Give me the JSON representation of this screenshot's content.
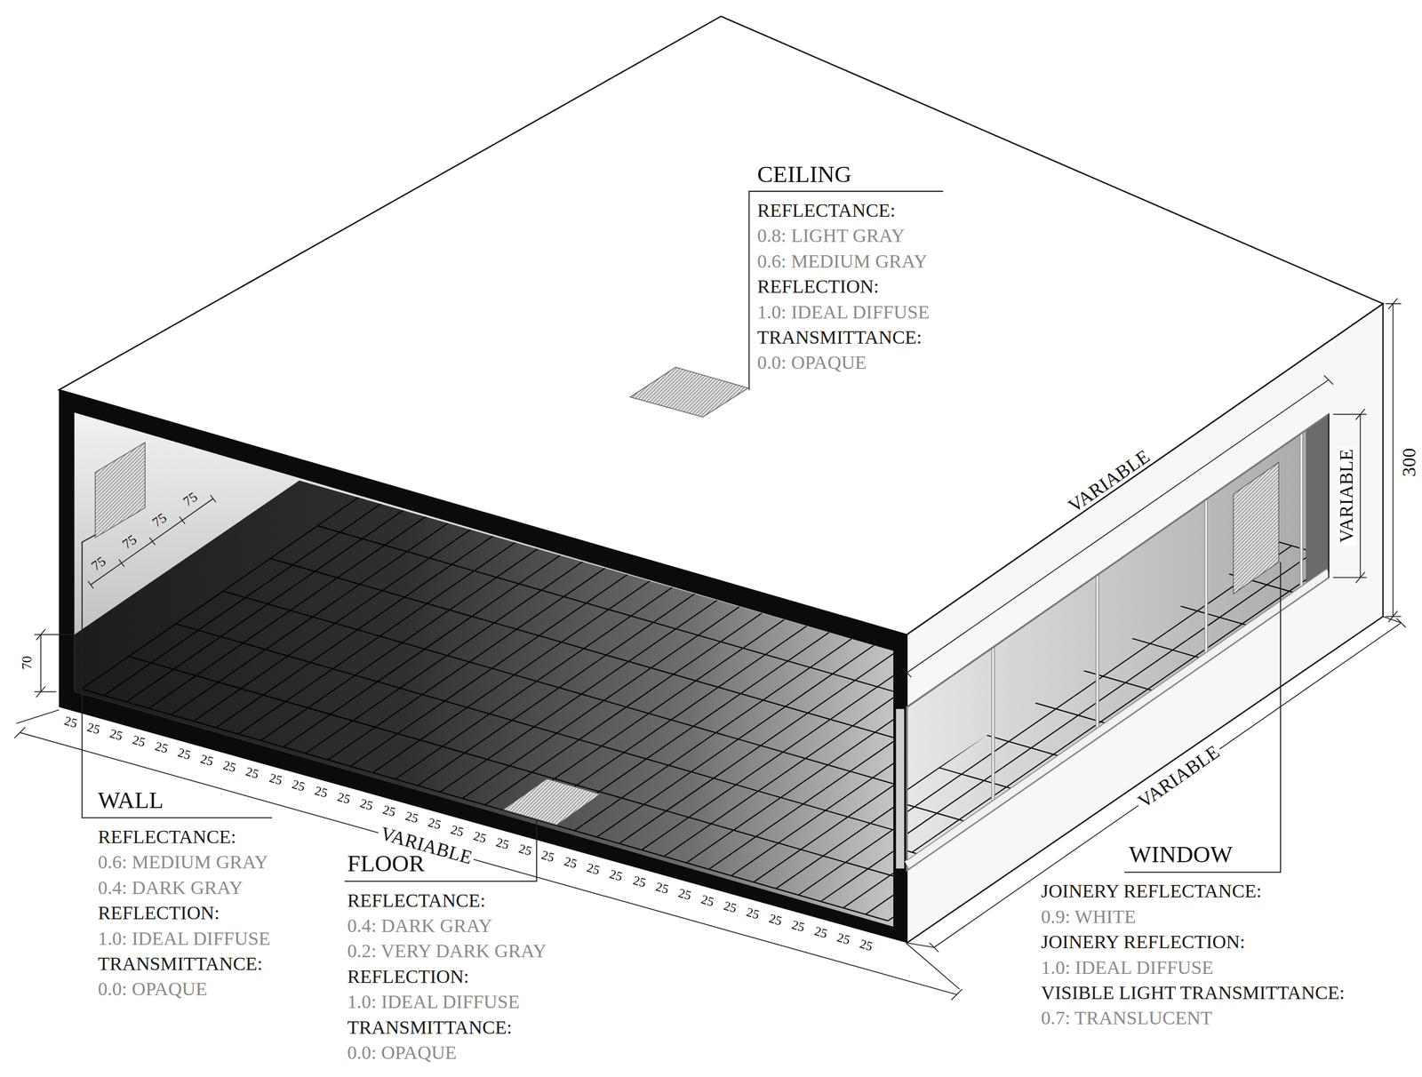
{
  "diagram": {
    "labels": [
      "CEILING",
      "REFLECTANCE:",
      "0.8: LIGHT GRAY",
      "0.6: MEDIUM GRAY",
      "REFLECTION:",
      "1.0: IDEAL DIFFUSE",
      "TRANSMITTANCE:",
      "0.0: OPAQUE",
      "300",
      "VARIABLE",
      "VARIABLE",
      "75",
      "75",
      "75",
      "75",
      "70",
      "WALL",
      "REFLECTANCE:",
      "0.6: MEDIUM GRAY",
      "0.4: DARK GRAY",
      "REFLECTION:",
      "1.0: IDEAL DIFFUSE",
      "TRANSMITTANCE:",
      "0.0: OPAQUE",
      "VARIABLE",
      "FLOOR",
      "REFLECTANCE:",
      "0.4: DARK GRAY",
      "0.2: VERY DARK GRAY",
      "REFLECTION:",
      "1.0: IDEAL DIFFUSE",
      "TRANSMITTANCE:",
      "0.0: OPAQUE",
      "VARIABLE",
      "WINDOW",
      "JOINERY REFLECTANCE:",
      "0.9: WHITE",
      "JOINERY REFLECTION:",
      "1.0: IDEAL DIFFUSE",
      "VISIBLE LIGHT TRANSMITTANCE:",
      "0.7: TRANSLUCENT",
      "25",
      "25",
      "25",
      "25",
      "25",
      "25",
      "25",
      "25",
      "25",
      "25",
      "25",
      "25",
      "25",
      "25",
      "25",
      "25",
      "25",
      "25",
      "25",
      "25",
      "25",
      "25",
      "25",
      "25",
      "25",
      "25",
      "25",
      "25",
      "25",
      "25",
      "25",
      "25",
      "25",
      "25",
      "25",
      "25"
    ]
  }
}
